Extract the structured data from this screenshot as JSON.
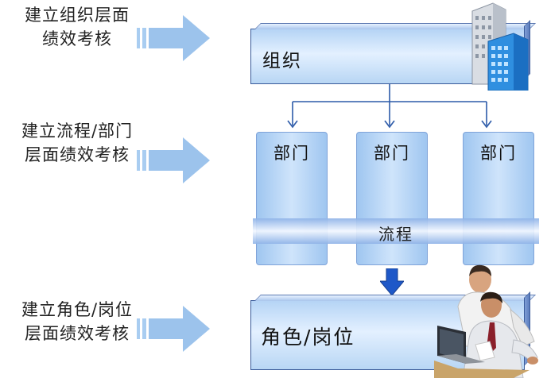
{
  "levels": [
    {
      "lines": [
        "建立组织层面",
        "绩效考核"
      ]
    },
    {
      "lines": [
        "建立流程/部门",
        "层面绩效考核"
      ]
    },
    {
      "lines": [
        "建立角色/岗位",
        "层面绩效考核"
      ]
    }
  ],
  "diagram": {
    "org_box": "组织",
    "departments": [
      "部门",
      "部门",
      "部门"
    ],
    "process_bar": "流程",
    "role_box": "角色/岗位"
  },
  "colors": {
    "arrow": "#9cc3ec",
    "box_top": "#b5d4f5",
    "box_border": "#3a5b9a",
    "connector": "#2c5aa8",
    "down_arrow": "#1e58c8"
  }
}
